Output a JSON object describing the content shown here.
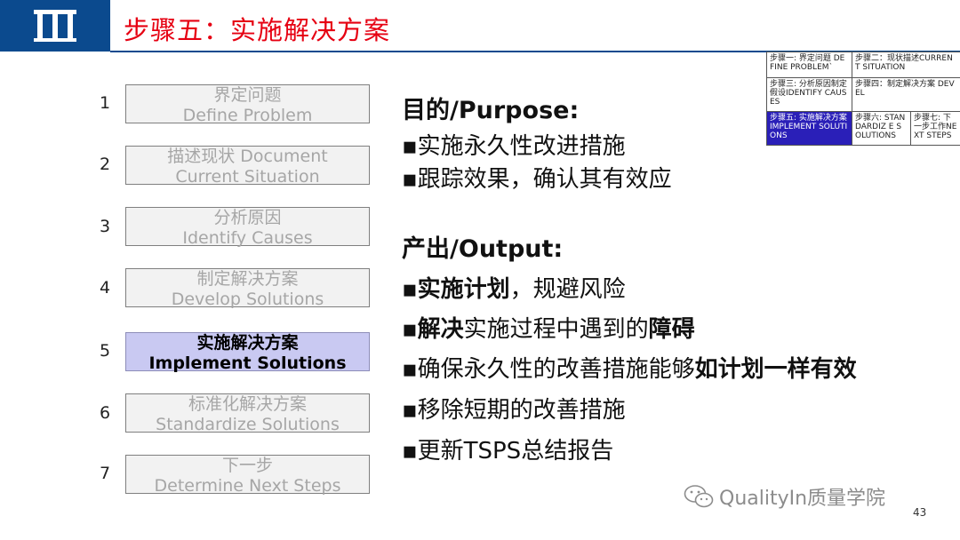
{
  "header": {
    "title": "步骤五：实施解决方案"
  },
  "steps": [
    {
      "num": "1",
      "zh": "界定问题",
      "en": "Define Problem",
      "active": false
    },
    {
      "num": "2",
      "zh": "描述现状 Document",
      "en": "Current Situation",
      "active": false
    },
    {
      "num": "3",
      "zh": "分析原因",
      "en": "Identify Causes",
      "active": false
    },
    {
      "num": "4",
      "zh": "制定解决方案",
      "en": "Develop Solutions",
      "active": false
    },
    {
      "num": "5",
      "zh": "实施解决方案",
      "en": "Implement Solutions",
      "active": true
    },
    {
      "num": "6",
      "zh": "标准化解决方案",
      "en": "Standardize Solutions",
      "active": false
    },
    {
      "num": "7",
      "zh": "下一步",
      "en": "Determine Next Steps",
      "active": false
    }
  ],
  "purpose": {
    "heading": "目的/Purpose:",
    "items": [
      "▪实施永久性改进措施",
      "▪跟踪效果，确认其有效应"
    ]
  },
  "output": {
    "heading": "产出/Output:",
    "items": [
      [
        {
          "t": "▪",
          "b": false
        },
        {
          "t": "实施计划",
          "b": true
        },
        {
          "t": "，规避风险",
          "b": false
        }
      ],
      [
        {
          "t": "▪",
          "b": false
        },
        {
          "t": "解决",
          "b": true
        },
        {
          "t": "实施过程中遇到的",
          "b": false
        },
        {
          "t": "障碍",
          "b": true
        }
      ],
      [
        {
          "t": "▪确保永久性的改善措施能够",
          "b": false
        },
        {
          "t": "如计划一样有效",
          "b": true
        }
      ],
      [
        {
          "t": "▪移除短期的改善措施",
          "b": false
        }
      ],
      [
        {
          "t": "▪更新TSPS总结报告",
          "b": false
        }
      ]
    ]
  },
  "mini_table": {
    "r1c1": "步骤一: 界定问题 DEFINE PROBLEM`",
    "r1c2": "步骤二：现状描述CURRENT SITUATION",
    "r2c1": "步骤三: 分析原因制定假设IDENTIFY CAUSES",
    "r2c2": "步骤四：制定解决方案 DEVEL",
    "r3c1": "步骤五: 实施解决方案 IMPLEMENT SOLUTIONS",
    "r3c2": "步骤六: STANDARDIZ E SOLUTIONS",
    "r3c3": "步骤七: 下一步工作NEXT STEPS"
  },
  "watermark": "QualityIn质量学院",
  "page_number": "43",
  "colors": {
    "brand_blue": "#0b4a8e",
    "title_red": "#e60012",
    "active_step": "#c9c9f2",
    "mini_active": "#2a1fb8"
  },
  "icons": [
    "logo-icon",
    "wechat-icon"
  ]
}
